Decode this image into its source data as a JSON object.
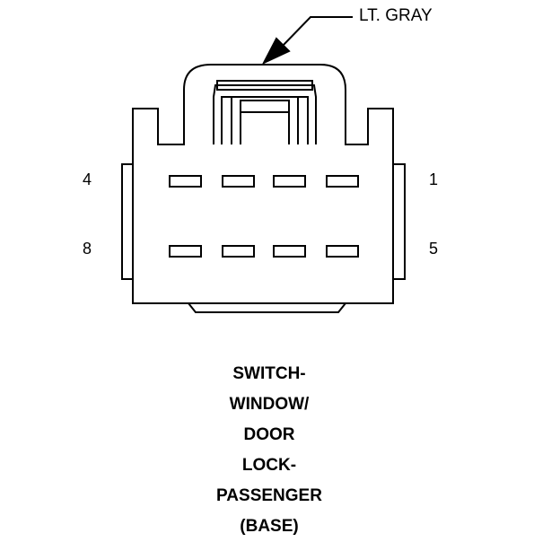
{
  "callout": {
    "color_label": "LT. GRAY"
  },
  "pins": {
    "top_left": "4",
    "top_right": "1",
    "bottom_left": "8",
    "bottom_right": "5"
  },
  "caption": {
    "lines": [
      "SWITCH-",
      "WINDOW/",
      "DOOR",
      "LOCK-",
      "PASSENGER",
      "(BASE)"
    ]
  },
  "colors": {
    "ink": "#000000",
    "background": "#ffffff"
  }
}
